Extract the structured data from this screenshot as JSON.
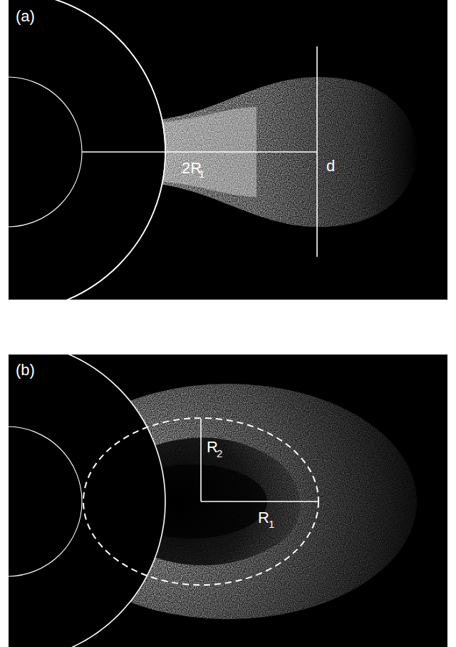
{
  "diagram": {
    "labels": [
      "(a)",
      "2R",
      "1",
      "d",
      "(b)",
      "R",
      "2",
      "R",
      "1"
    ]
  }
}
